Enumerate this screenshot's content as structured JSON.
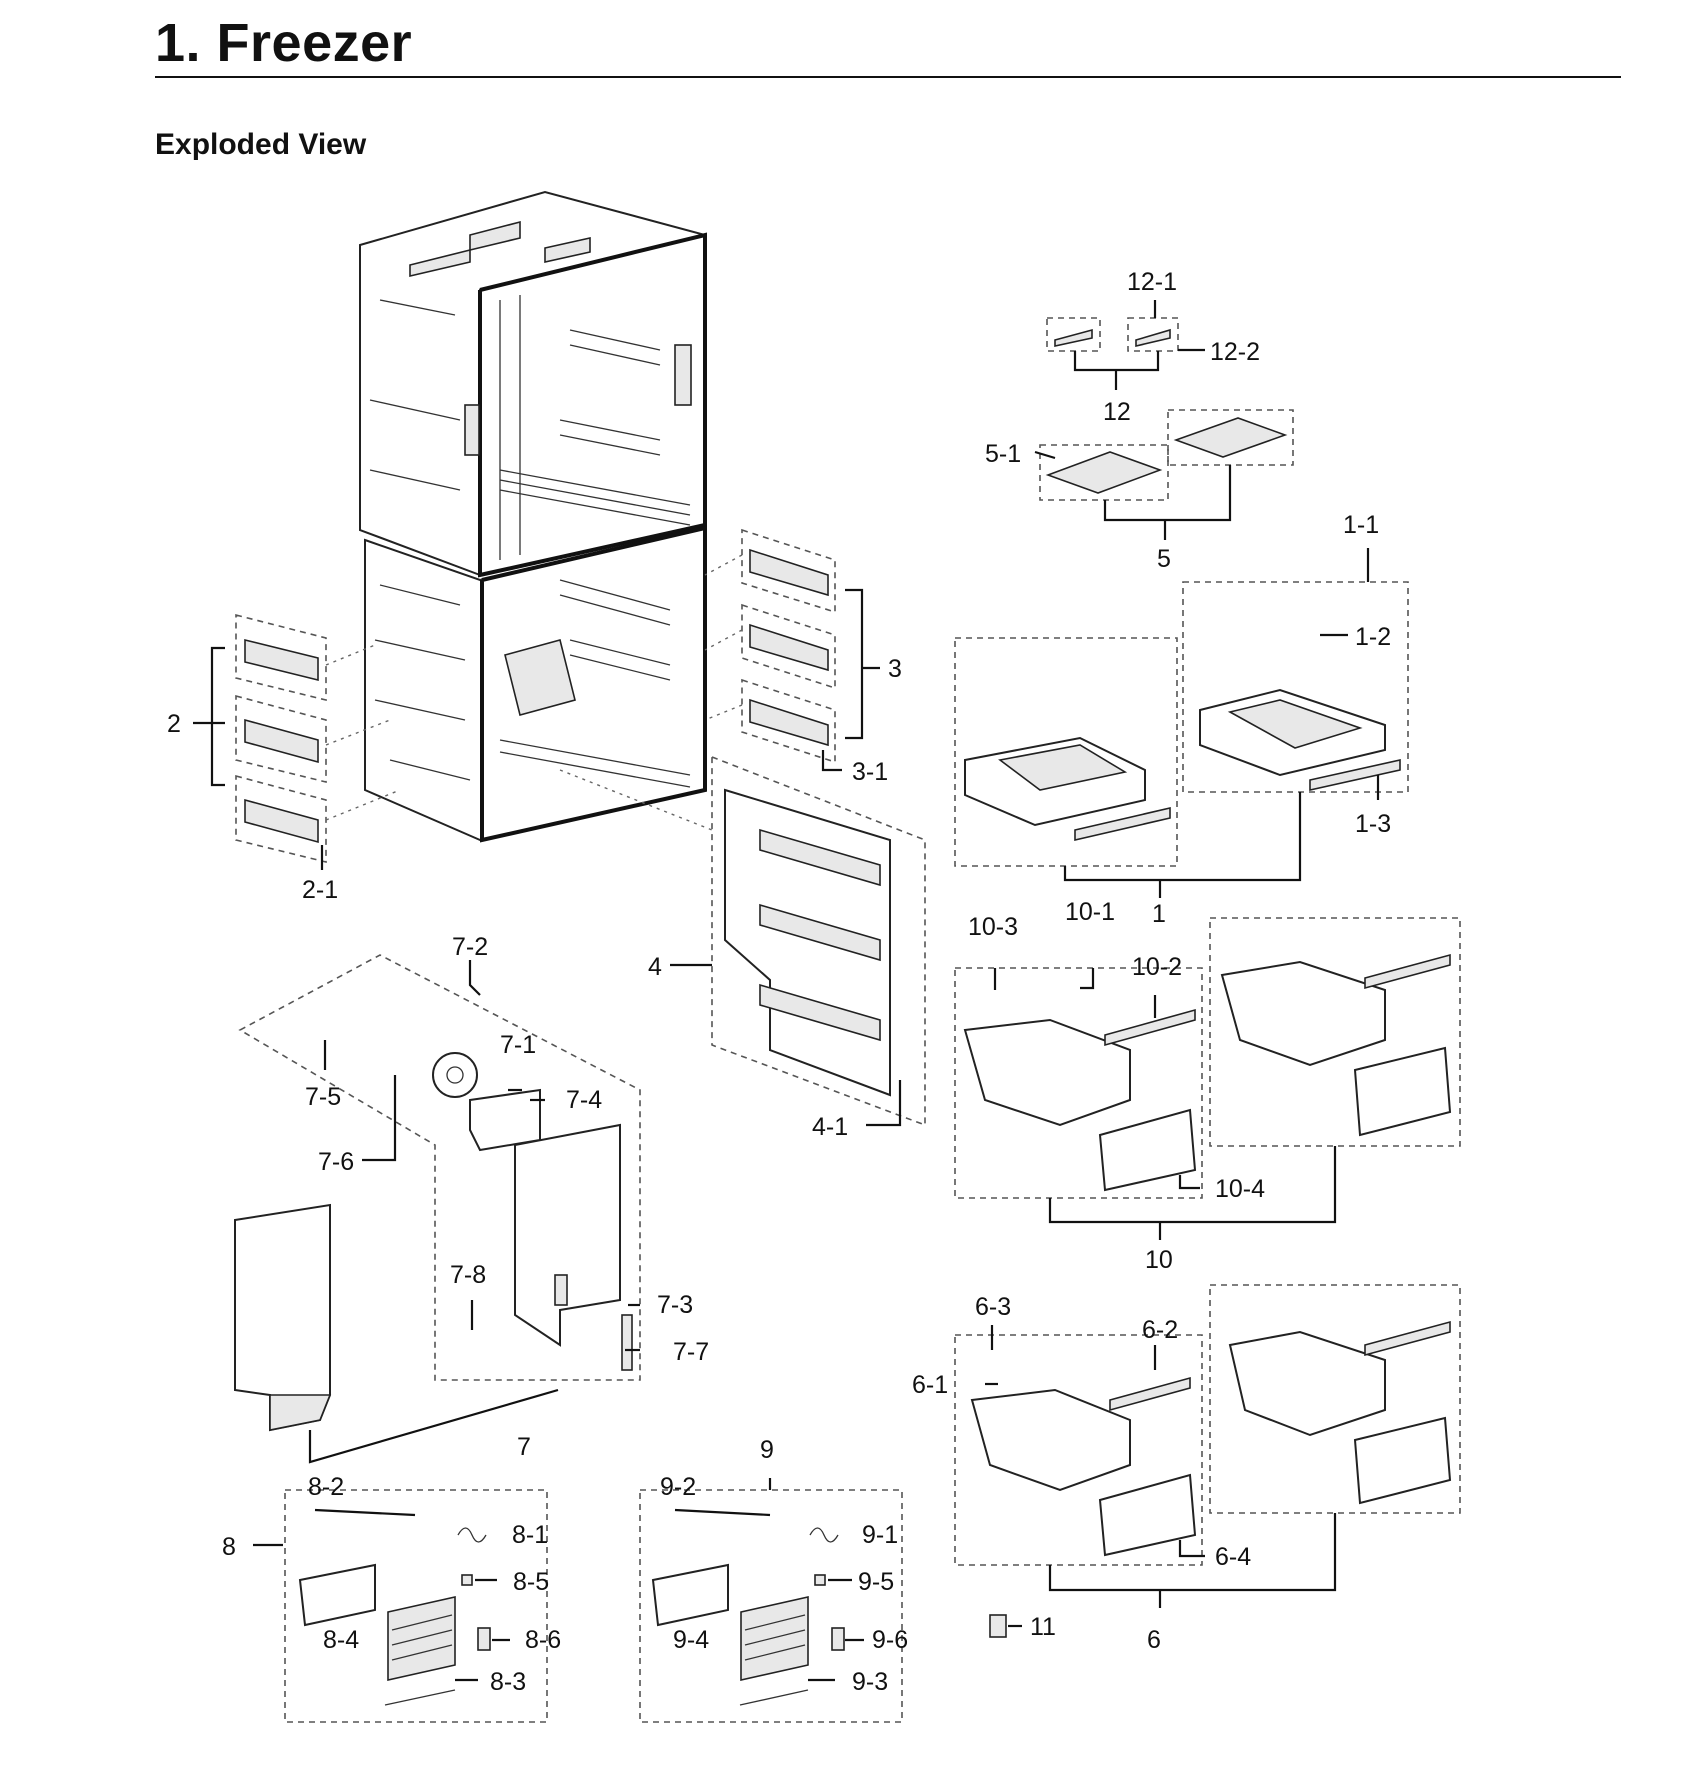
{
  "title": "1.  Freezer",
  "subtitle": "Exploded View",
  "labels": {
    "l12_1": "12-1",
    "l12_2": "12-2",
    "l12": "12",
    "l5_1": "5-1",
    "l5": "5",
    "l1_1": "1-1",
    "l1_2": "1-2",
    "l1_3": "1-3",
    "l1": "1",
    "l2": "2",
    "l2_1": "2-1",
    "l3": "3",
    "l3_1": "3-1",
    "l4": "4",
    "l4_1": "4-1",
    "l7_1": "7-1",
    "l7_2": "7-2",
    "l7_3": "7-3",
    "l7_4": "7-4",
    "l7_5": "7-5",
    "l7_6": "7-6",
    "l7_7": "7-7",
    "l7_8": "7-8",
    "l7": "7",
    "l8": "8",
    "l8_1": "8-1",
    "l8_2": "8-2",
    "l8_3": "8-3",
    "l8_4": "8-4",
    "l8_5": "8-5",
    "l8_6": "8-6",
    "l9": "9",
    "l9_1": "9-1",
    "l9_2": "9-2",
    "l9_3": "9-3",
    "l9_4": "9-4",
    "l9_5": "9-5",
    "l9_6": "9-6",
    "l10": "10",
    "l10_1": "10-1",
    "l10_2": "10-2",
    "l10_3": "10-3",
    "l10_4": "10-4",
    "l6": "6",
    "l6_1": "6-1",
    "l6_2": "6-2",
    "l6_3": "6-3",
    "l6_4": "6-4",
    "l11": "11"
  }
}
